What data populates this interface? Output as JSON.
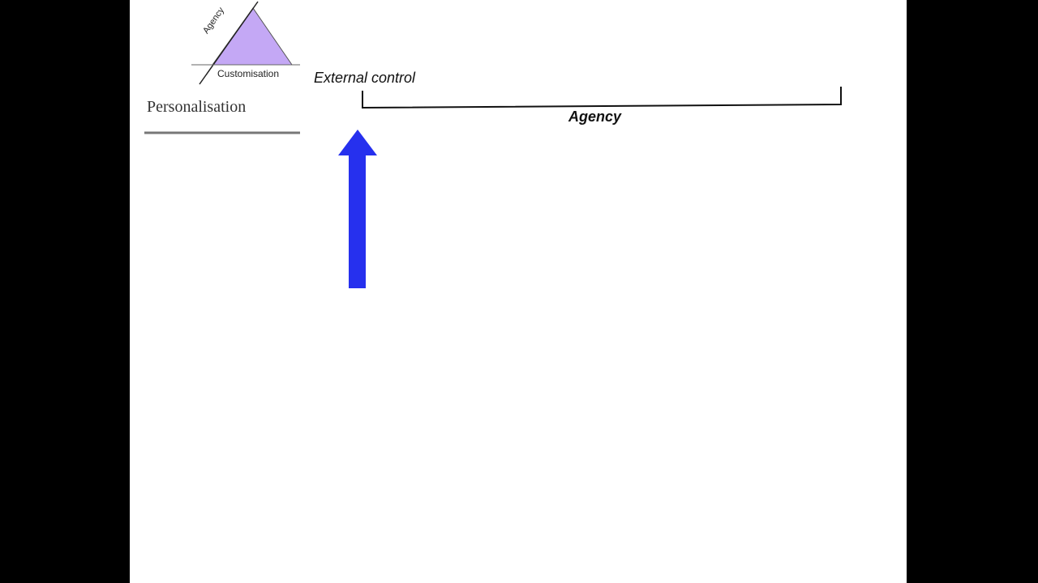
{
  "logo": {
    "agency_label": "Agency",
    "customisation_label": "Customisation",
    "title": "Personalisation",
    "triangle_color": "#c4a8f5"
  },
  "diagram": {
    "external_control_label": "External control",
    "agency_label": "Agency",
    "arrow_color": "#2630ee",
    "arrow_direction": "up"
  }
}
